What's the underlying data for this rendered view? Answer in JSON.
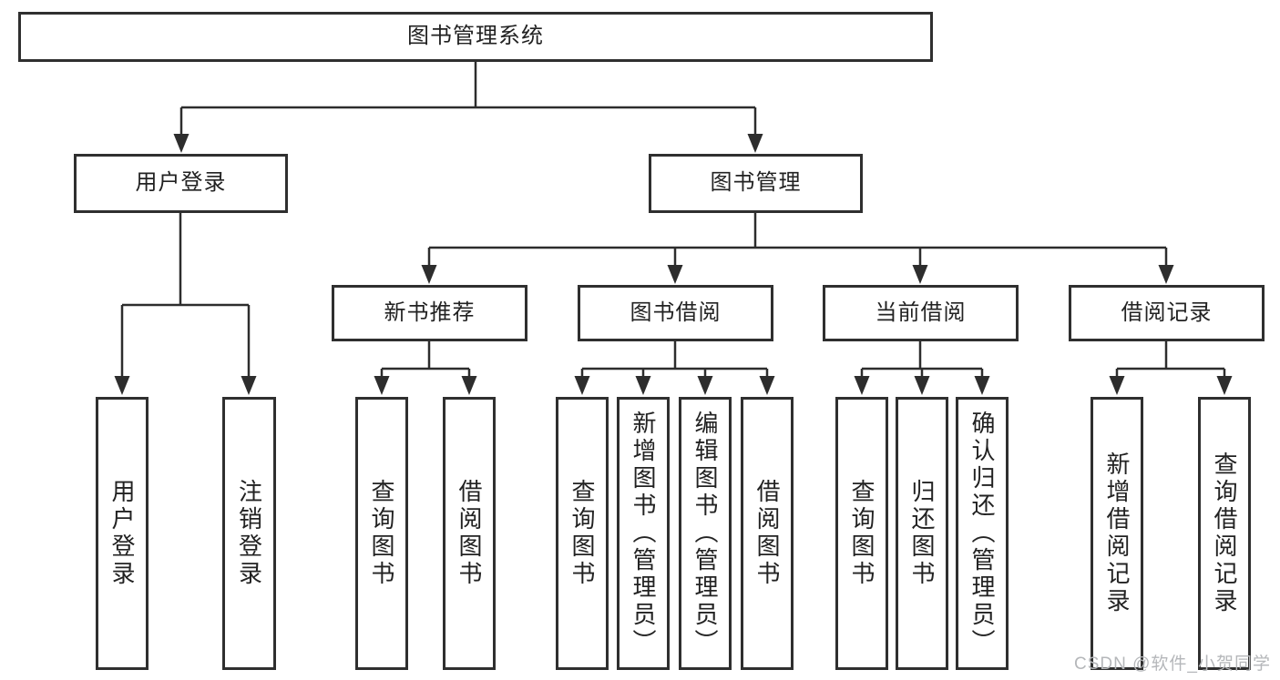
{
  "diagram": {
    "title": "图书管理系统",
    "root": "图书管理系统",
    "level2": [
      "用户登录",
      "图书管理"
    ],
    "level3": [
      "新书推荐",
      "图书借阅",
      "当前借阅",
      "借阅记录"
    ],
    "leaves": [
      "用户登录",
      "注销登录",
      "查询图书",
      "借阅图书",
      "查询图书",
      "新增图书（管理员）",
      "编辑图书（管理员）",
      "借阅图书",
      "查询图书",
      "归还图书",
      "确认归还（管理员）",
      "新增借阅记录",
      "查询借阅记录"
    ]
  },
  "watermark": "CSDN @软件_小贺同学",
  "colors": {
    "line": "#2d2d2d",
    "box_border": "#2f2f2f",
    "text": "#222222",
    "watermark": "#b5b7ba",
    "background": "#ffffff"
  }
}
